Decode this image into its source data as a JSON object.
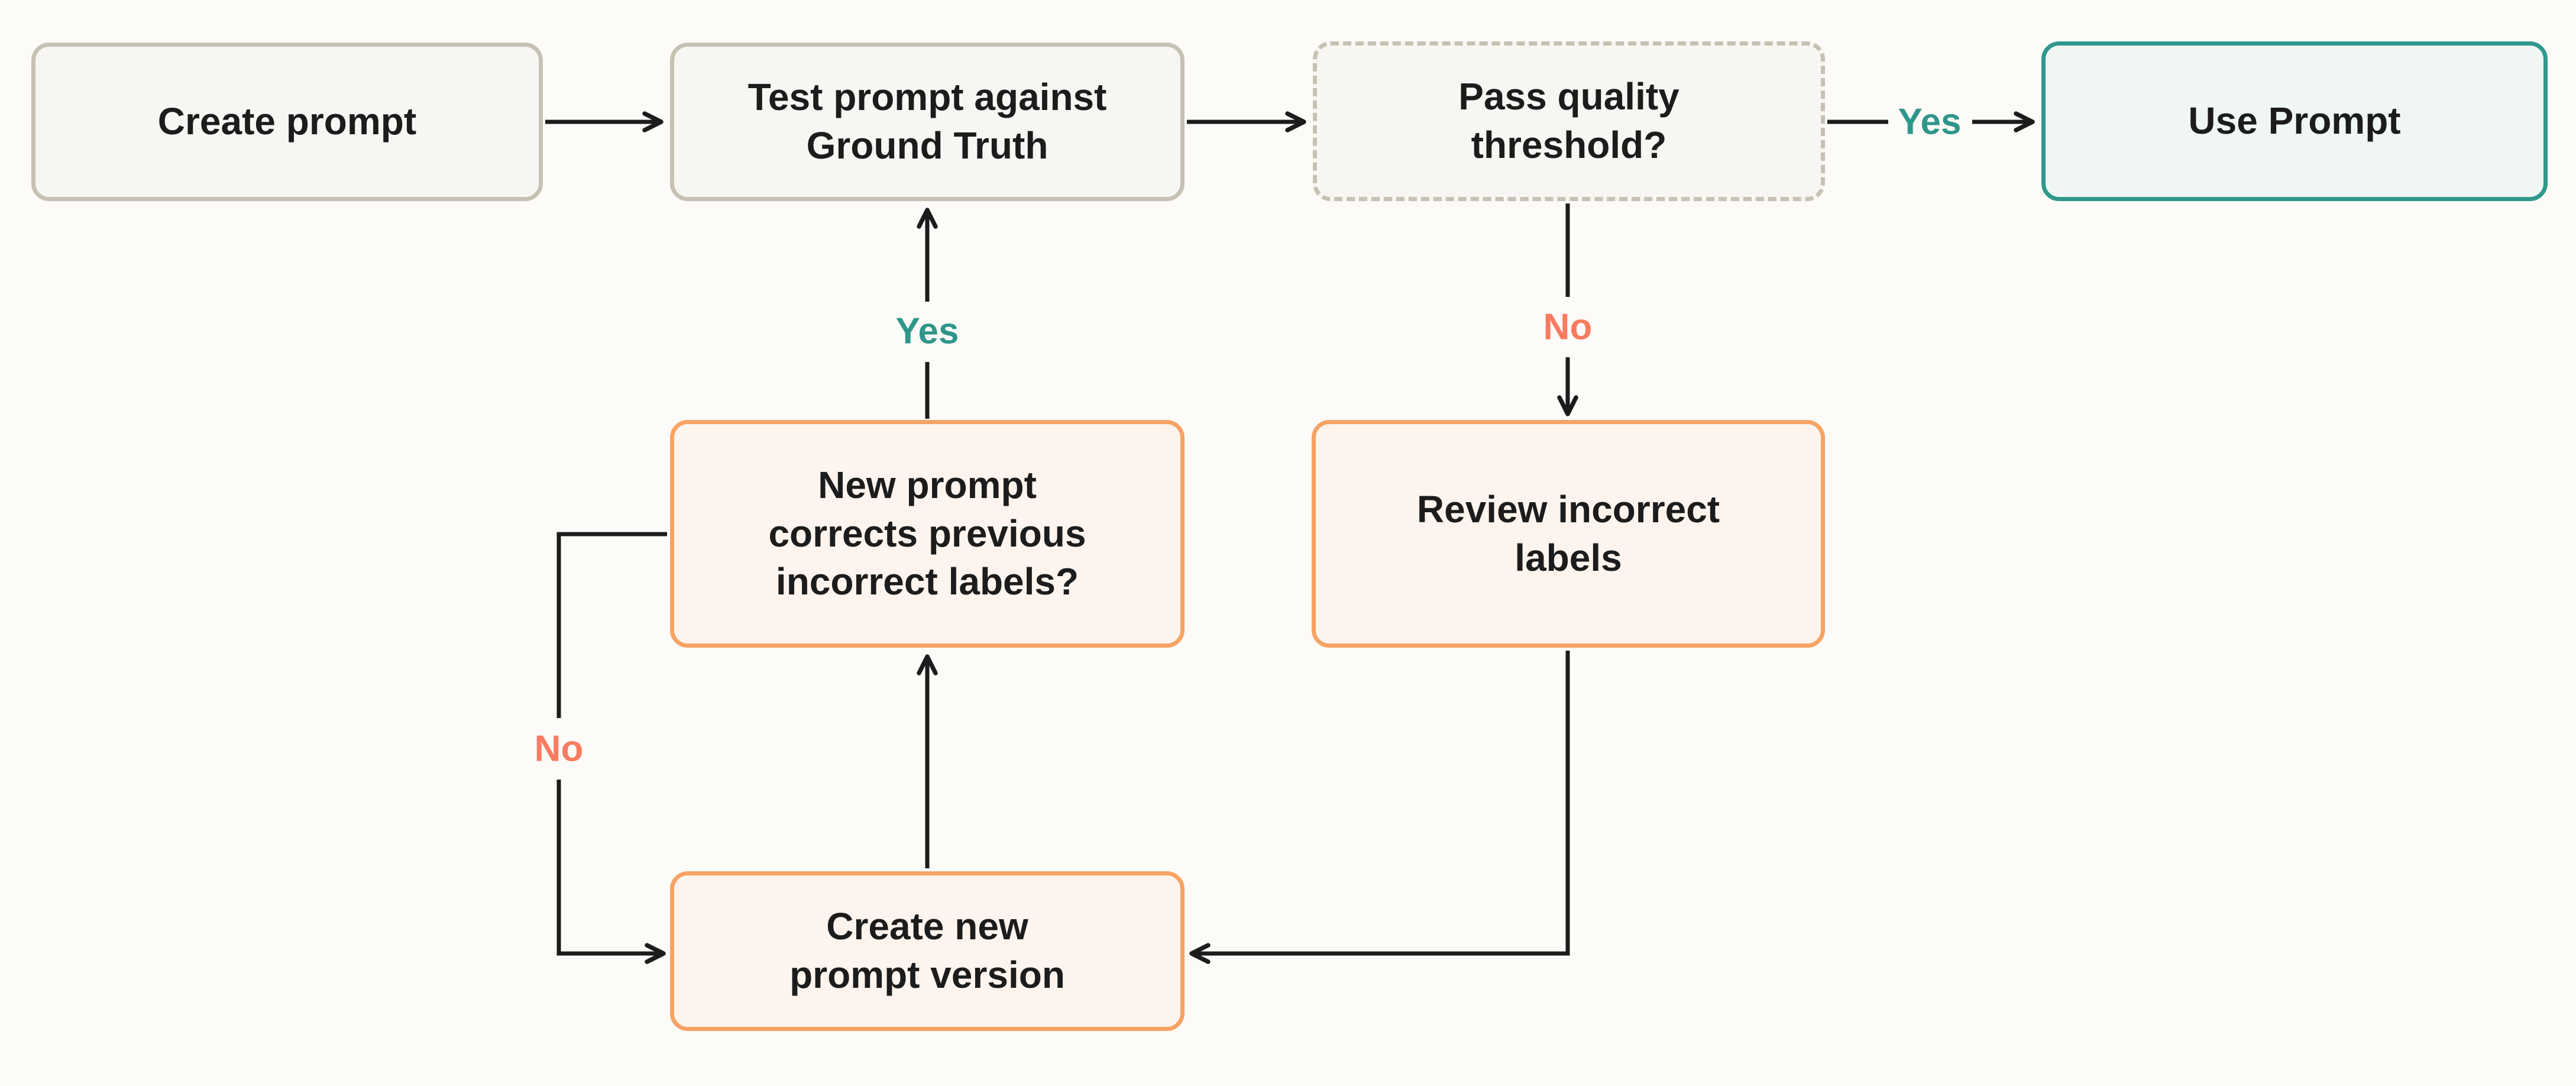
{
  "diagram": {
    "type": "flowchart",
    "nodes": [
      {
        "id": "create-prompt",
        "label": "Create prompt",
        "variant": "neutral"
      },
      {
        "id": "test-prompt",
        "label": "Test prompt against\nGround Truth",
        "variant": "neutral"
      },
      {
        "id": "pass-threshold",
        "label": "Pass quality\nthreshold?",
        "variant": "decision-dashed"
      },
      {
        "id": "use-prompt",
        "label": "Use Prompt",
        "variant": "success"
      },
      {
        "id": "corrects-labels",
        "label": "New prompt\ncorrects previous\nincorrect labels?",
        "variant": "action"
      },
      {
        "id": "review-labels",
        "label": "Review incorrect\nlabels",
        "variant": "action"
      },
      {
        "id": "new-version",
        "label": "Create new\nprompt version",
        "variant": "action"
      }
    ],
    "edges": [
      {
        "from": "create-prompt",
        "to": "test-prompt",
        "label": ""
      },
      {
        "from": "test-prompt",
        "to": "pass-threshold",
        "label": ""
      },
      {
        "from": "pass-threshold",
        "to": "use-prompt",
        "label": "Yes"
      },
      {
        "from": "pass-threshold",
        "to": "review-labels",
        "label": "No"
      },
      {
        "from": "review-labels",
        "to": "new-version",
        "label": ""
      },
      {
        "from": "new-version",
        "to": "corrects-labels",
        "label": ""
      },
      {
        "from": "corrects-labels",
        "to": "test-prompt",
        "label": "Yes"
      },
      {
        "from": "corrects-labels",
        "to": "new-version",
        "label": "No"
      }
    ],
    "edge_labels": {
      "yes_use_prompt": "Yes",
      "yes_retest": "Yes",
      "no_review": "No",
      "no_new_version": "No"
    },
    "colors": {
      "background": "#fcfbf8",
      "neutral_fill": "#f7f6f3",
      "neutral_border": "#c7c1b3",
      "success_fill": "#eff6f4",
      "success_border": "#2e998c",
      "action_fill": "#fdf4ed",
      "action_border": "#f6a364",
      "yes_label": "#2f968a",
      "no_label": "#f97b60",
      "line": "#1c1c1c",
      "text": "#1c1c1c"
    }
  }
}
